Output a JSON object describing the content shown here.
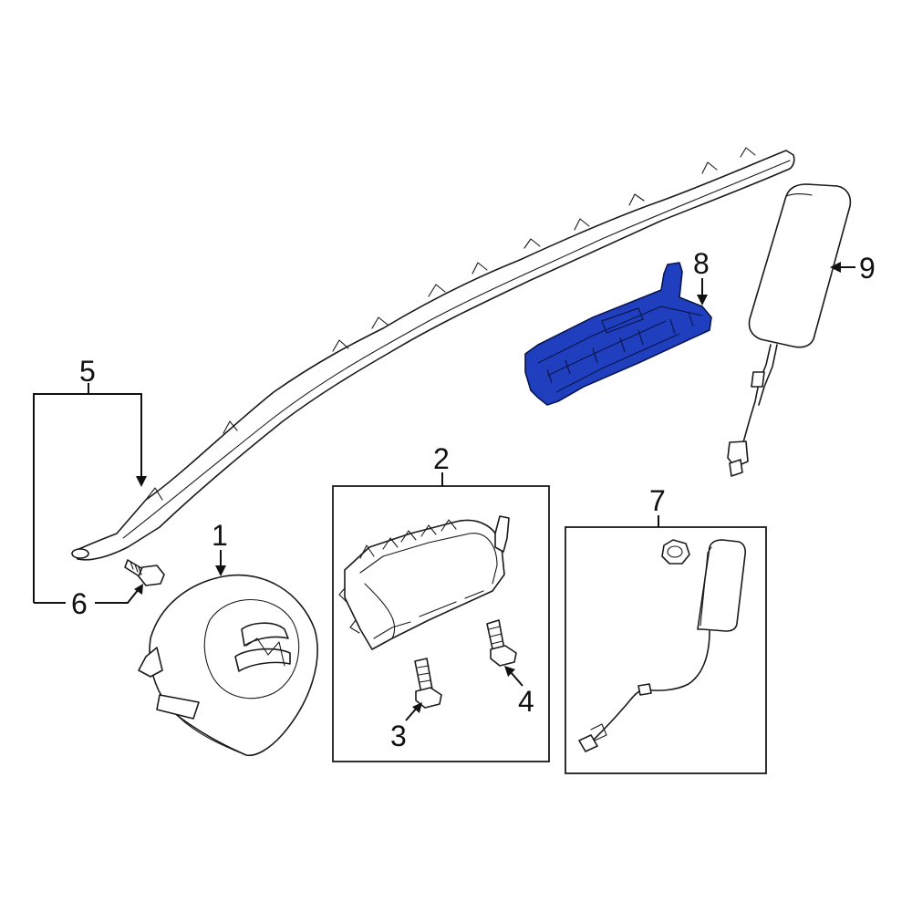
{
  "callouts": {
    "c1": "1",
    "c2": "2",
    "c3": "3",
    "c4": "4",
    "c5": "5",
    "c6": "6",
    "c7": "7",
    "c8": "8",
    "c9": "9"
  },
  "highlight_color": "#1f3fbf",
  "highlighted_part": "8"
}
